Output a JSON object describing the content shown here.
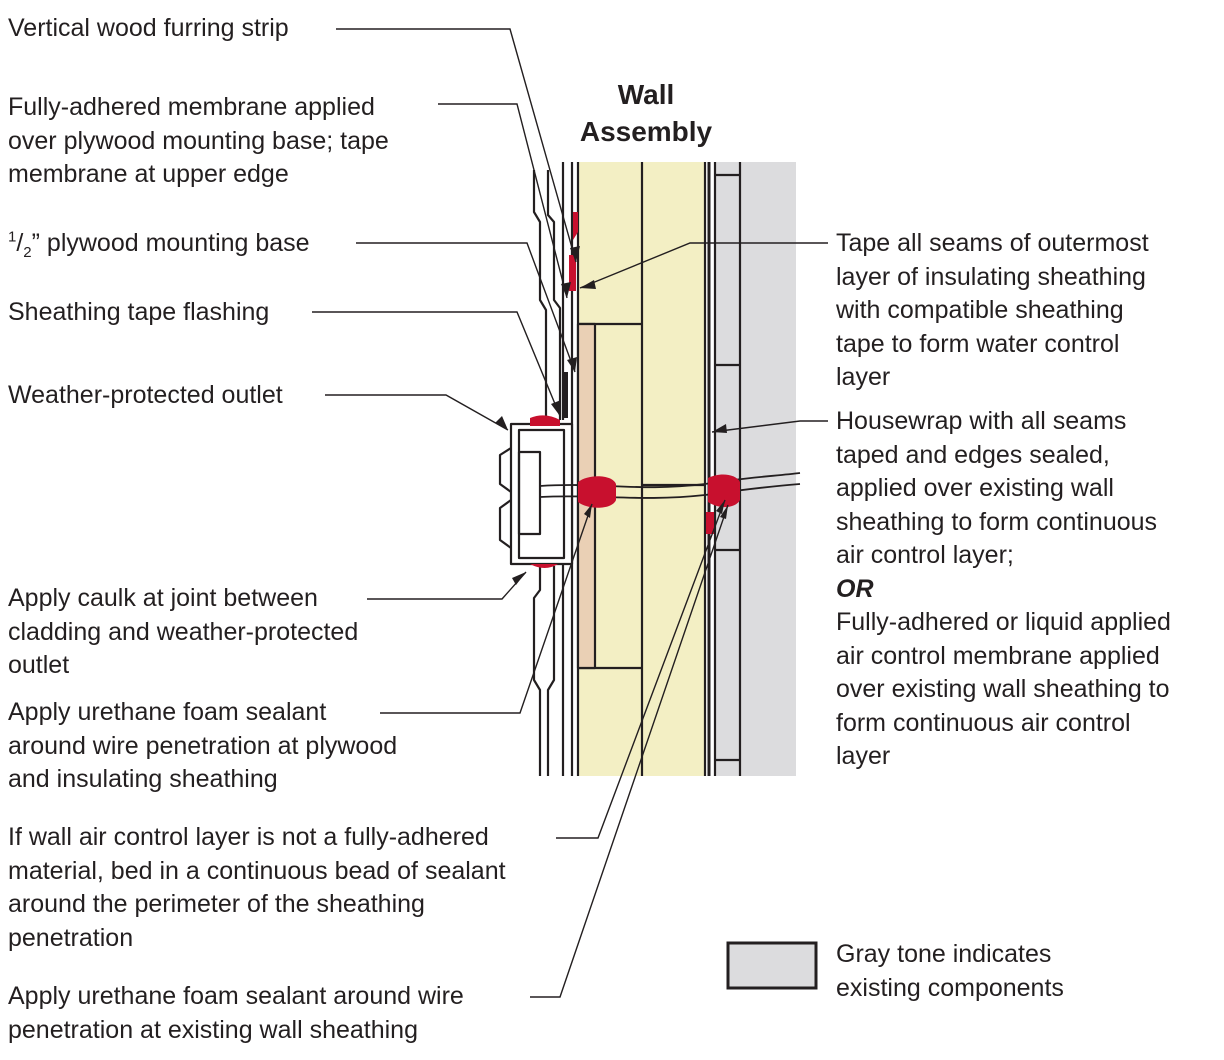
{
  "title_lines": [
    "Wall",
    "Assembly"
  ],
  "left_labels": {
    "furring": [
      "Vertical wood furring strip"
    ],
    "membrane": [
      "Fully-adhered membrane applied",
      "over plywood mounting base; tape",
      "membrane at upper edge"
    ],
    "plywood": {
      "num": "1",
      "den": "2",
      "rest": "” plywood mounting base"
    },
    "tape_flashing": [
      "Sheathing tape flashing"
    ],
    "outlet": [
      "Weather-protected outlet"
    ],
    "caulk": [
      "Apply caulk at joint between",
      "cladding and weather-protected",
      "outlet"
    ],
    "foam_plywood": [
      "Apply urethane foam sealant",
      "around wire penetration at plywood",
      "and insulating sheathing"
    ],
    "bead": [
      "If wall air control layer is not a fully-adhered",
      "material, bed in a continuous bead of sealant",
      "around the perimeter of the sheathing",
      "penetration"
    ],
    "foam_existing": [
      "Apply urethane foam sealant around wire",
      "penetration at existing wall sheathing"
    ]
  },
  "right_labels": {
    "tape_seams": [
      "Tape all seams of outermost",
      "layer of insulating sheathing",
      "with compatible sheathing",
      "tape to form water control",
      "layer"
    ],
    "housewrap": [
      "Housewrap with all seams",
      "taped and edges sealed,",
      "applied over existing wall",
      "sheathing to form continuous",
      "air control layer;"
    ],
    "or_text": "OR",
    "liquid": [
      "Fully-adhered or liquid applied",
      "air control membrane applied",
      "over existing wall sheathing to",
      "form continuous air control",
      "layer"
    ]
  },
  "legend": {
    "text": [
      "Gray tone indicates",
      "existing components"
    ]
  },
  "colors": {
    "insulation": "#f3efc4",
    "plywood": "#ead0b5",
    "sealant": "#c8102e",
    "existing": "#dcdcde",
    "stroke": "#231f20"
  }
}
